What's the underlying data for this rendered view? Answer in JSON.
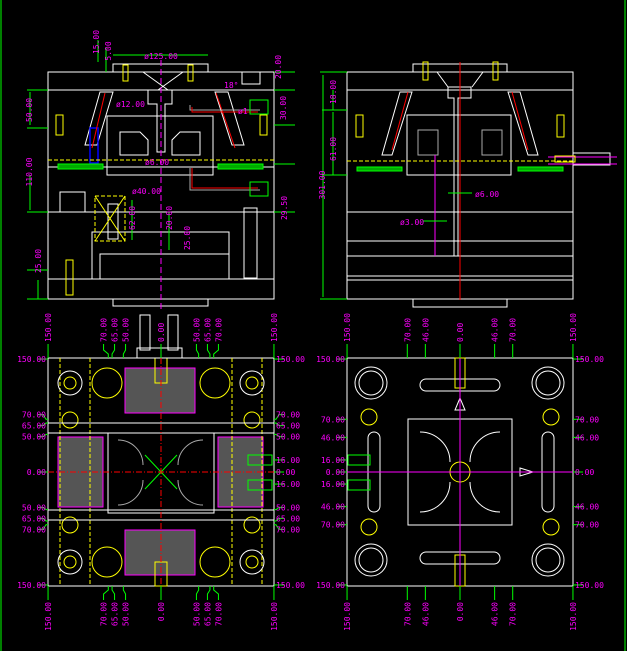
{
  "colors": {
    "background": "#000000",
    "outline": "#ffffff",
    "dimension_text": "#ff00ff",
    "dimension_line": "#00ff00",
    "centerline": "#ff0000",
    "hidden": "#ffff00"
  },
  "front_section_left": {
    "dims": {
      "d15": "15.00",
      "d5": "5.00",
      "d125": "ø125.00",
      "d20a": "20.00",
      "angle": "18°",
      "d50": "50.00",
      "d12": "ø12.00",
      "d12b": "ø1",
      "d30": "30.00",
      "d6": "ø6.00",
      "d110": "110.00",
      "d40": "ø40.00",
      "d62": "62.00",
      "d20b": "20.00",
      "d25a": "25.00",
      "d295": "29.50",
      "d25b": "25.00"
    }
  },
  "front_section_right": {
    "dims": {
      "d18": "18.00",
      "d61": "61.00",
      "d301": "301.00",
      "d6": "ø6.00",
      "d3": "ø3.00"
    }
  },
  "plan_left": {
    "top": [
      {
        "t": "150.00",
        "v": -150
      },
      {
        "t": "70.00",
        "v": -70
      },
      {
        "t": "65.00",
        "v": -65
      },
      {
        "t": "50.00",
        "v": -50
      },
      {
        "t": "0.00",
        "v": 0
      },
      {
        "t": "50.00",
        "v": 50
      },
      {
        "t": "65.00",
        "v": 65
      },
      {
        "t": "70.00",
        "v": 70
      },
      {
        "t": "150.00",
        "v": 150
      }
    ],
    "bottom": [
      {
        "t": "150.00",
        "v": -150
      },
      {
        "t": "70.00",
        "v": -70
      },
      {
        "t": "65.00",
        "v": -65
      },
      {
        "t": "50.00",
        "v": -50
      },
      {
        "t": "0.00",
        "v": 0
      },
      {
        "t": "50.00",
        "v": 50
      },
      {
        "t": "65.00",
        "v": 65
      },
      {
        "t": "70.00",
        "v": 70
      },
      {
        "t": "150.00",
        "v": 150
      }
    ],
    "left": [
      {
        "t": "150.00",
        "v": 150
      },
      {
        "t": "70.00",
        "v": 70
      },
      {
        "t": "65.00",
        "v": 65
      },
      {
        "t": "50.00",
        "v": 50
      },
      {
        "t": "0.00",
        "v": 0
      },
      {
        "t": "50.00",
        "v": -50
      },
      {
        "t": "65.00",
        "v": -65
      },
      {
        "t": "70.00",
        "v": -70
      },
      {
        "t": "150.00",
        "v": -150
      }
    ],
    "right": [
      {
        "t": "150.00",
        "v": 150
      },
      {
        "t": "70.00",
        "v": 70
      },
      {
        "t": "65.00",
        "v": 65
      },
      {
        "t": "50.00",
        "v": 50
      },
      {
        "t": "16.00",
        "v": 16
      },
      {
        "t": "0.00",
        "v": 0
      },
      {
        "t": "16.00",
        "v": -16
      },
      {
        "t": "50.00",
        "v": -50
      },
      {
        "t": "65.00",
        "v": -65
      },
      {
        "t": "70.00",
        "v": -70
      },
      {
        "t": "150.00",
        "v": -150
      }
    ]
  },
  "plan_right": {
    "top": [
      {
        "t": "150.00",
        "v": -150
      },
      {
        "t": "70.00",
        "v": -70
      },
      {
        "t": "46.00",
        "v": -46
      },
      {
        "t": "0.00",
        "v": 0
      },
      {
        "t": "46.00",
        "v": 46
      },
      {
        "t": "70.00",
        "v": 70
      },
      {
        "t": "150.00",
        "v": 150
      }
    ],
    "bottom": [
      {
        "t": "150.00",
        "v": -150
      },
      {
        "t": "70.00",
        "v": -70
      },
      {
        "t": "46.00",
        "v": -46
      },
      {
        "t": "0.00",
        "v": 0
      },
      {
        "t": "46.00",
        "v": 46
      },
      {
        "t": "70.00",
        "v": 70
      },
      {
        "t": "150.00",
        "v": 150
      }
    ],
    "left": [
      {
        "t": "150.00",
        "v": 150
      },
      {
        "t": "70.00",
        "v": 70
      },
      {
        "t": "46.00",
        "v": 46
      },
      {
        "t": "16.00",
        "v": 16
      },
      {
        "t": "0.00",
        "v": 0
      },
      {
        "t": "16.00",
        "v": -16
      },
      {
        "t": "46.00",
        "v": -46
      },
      {
        "t": "70.00",
        "v": -70
      },
      {
        "t": "150.00",
        "v": -150
      }
    ],
    "right": [
      {
        "t": "150.00",
        "v": 150
      },
      {
        "t": "70.00",
        "v": 70
      },
      {
        "t": "46.00",
        "v": 46
      },
      {
        "t": "0.00",
        "v": 0
      },
      {
        "t": "46.00",
        "v": -46
      },
      {
        "t": "70.00",
        "v": -70
      },
      {
        "t": "150.00",
        "v": -150
      }
    ]
  }
}
